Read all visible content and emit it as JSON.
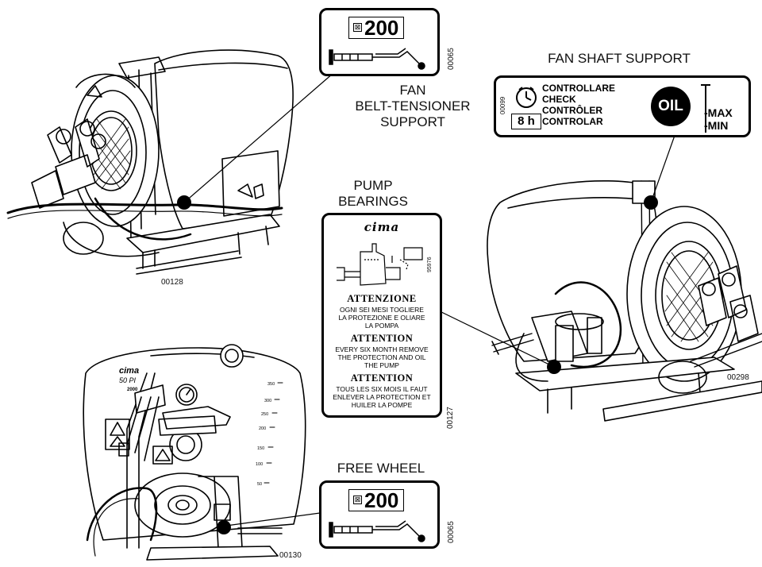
{
  "callouts": {
    "fan_belt_tensioner": [
      "FAN",
      "BELT-TENSIONER",
      "SUPPORT"
    ],
    "fan_shaft": "FAN SHAFT SUPPORT",
    "pump_bearings": [
      "PUMP",
      "BEARINGS"
    ],
    "free_wheel": "FREE WHEEL"
  },
  "figure_codes": {
    "top_left": "00128",
    "right": "00298",
    "bottom_left": "00130",
    "grease_label": "00065",
    "grease_label_2": "00065",
    "pump_label": "00127",
    "oil_label": "00099",
    "pump_art": "95976"
  },
  "grease_label": {
    "interval": "200"
  },
  "oil_label": {
    "words": [
      "CONTROLLARE",
      "CHECK",
      "CONTRÔLER",
      "CONTROLAR"
    ],
    "badge": "OIL",
    "hours": "8 h",
    "max": "-MAX",
    "min": "-MIN"
  },
  "pump_label": {
    "brand": "cima",
    "sections": [
      {
        "heading": "ATTENZIONE",
        "lines": [
          "OGNI SEI MESI TOGLIERE",
          "LA PROTEZIONE E OLIARE",
          "LA POMPA"
        ]
      },
      {
        "heading": "ATTENTION",
        "lines": [
          "EVERY SIX MONTH REMOVE",
          "THE PROTECTION AND OIL",
          "THE PUMP"
        ]
      },
      {
        "heading": "ATTENTION",
        "lines": [
          "TOUS LES SIX MOIS IL FAUT",
          "ENLEVER LA PROTECTION ET",
          "HUILER LA POMPE"
        ]
      }
    ]
  },
  "tank": {
    "brand": "cima",
    "model": "50 PI",
    "sub": "2000",
    "scale": [
      "350",
      "300",
      "250",
      "200",
      "150",
      "100",
      "50"
    ]
  }
}
